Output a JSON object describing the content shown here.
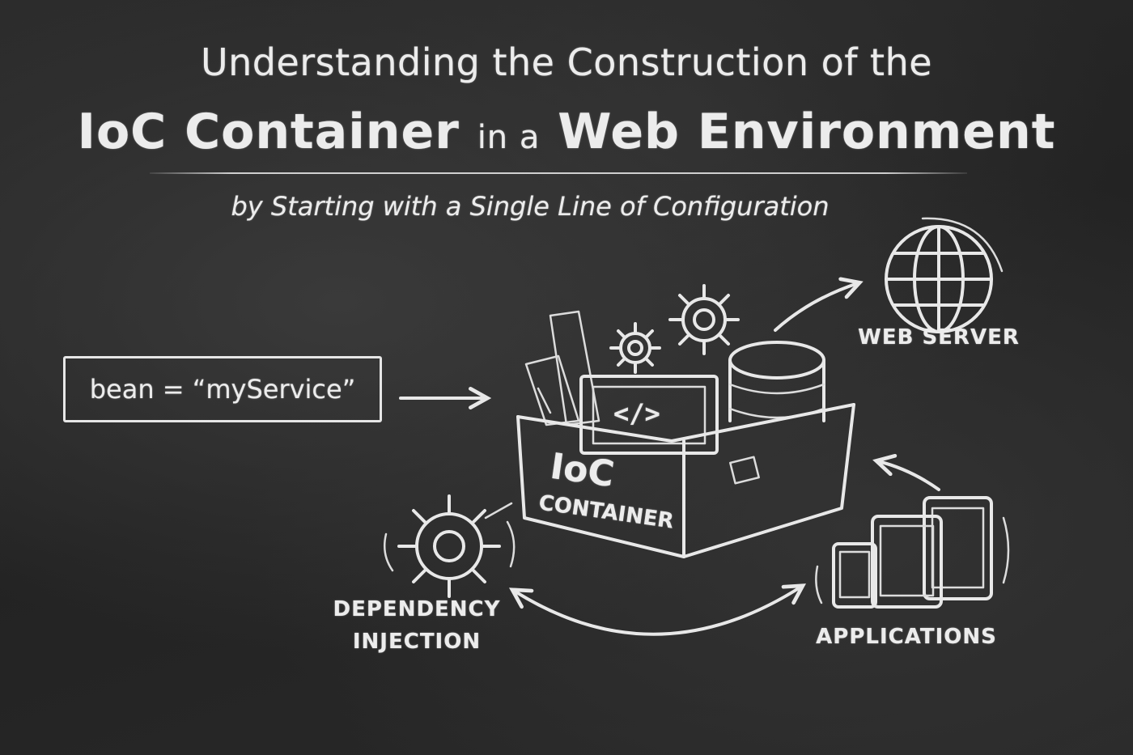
{
  "title": {
    "line1": "Understanding the Construction of the",
    "line2_a": "IoC Container",
    "line2_b": "in a",
    "line2_c": "Web Environment",
    "subtitle": "by Starting with a Single Line of Configuration"
  },
  "config": {
    "code": "bean = “myService”"
  },
  "container": {
    "label_top": "IoC",
    "label_bottom": "CONTAINER",
    "code_glyph": "</>"
  },
  "nodes": {
    "web_server": "WEB SERVER",
    "dependency_injection_1": "DEPENDENCY",
    "dependency_injection_2": "INJECTION",
    "applications": "APPLICATIONS"
  },
  "colors": {
    "board": "#262626",
    "chalk": "#ececec"
  }
}
